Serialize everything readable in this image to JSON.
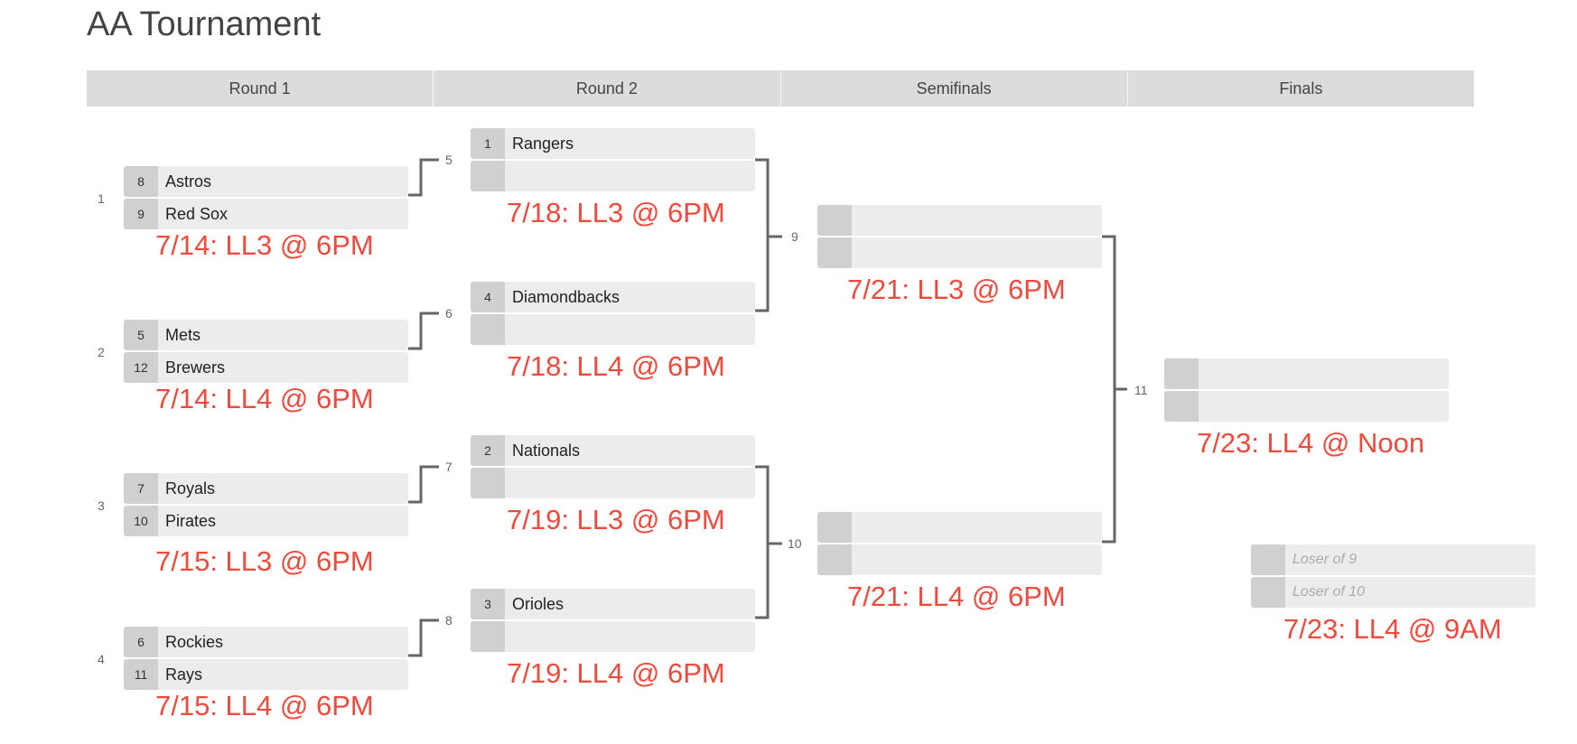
{
  "title": "AA Tournament",
  "rounds": [
    "Round 1",
    "Round 2",
    "Semifinals",
    "Finals"
  ],
  "round1": [
    {
      "num": "1",
      "team1": {
        "seed": "8",
        "name": "Astros"
      },
      "team2": {
        "seed": "9",
        "name": "Red Sox"
      },
      "schedule": "7/14: LL3 @ 6PM"
    },
    {
      "num": "2",
      "team1": {
        "seed": "5",
        "name": "Mets"
      },
      "team2": {
        "seed": "12",
        "name": "Brewers"
      },
      "schedule": "7/14: LL4 @ 6PM"
    },
    {
      "num": "3",
      "team1": {
        "seed": "7",
        "name": "Royals"
      },
      "team2": {
        "seed": "10",
        "name": "Pirates"
      },
      "schedule": "7/15: LL3 @ 6PM"
    },
    {
      "num": "4",
      "team1": {
        "seed": "6",
        "name": "Rockies"
      },
      "team2": {
        "seed": "11",
        "name": "Rays"
      },
      "schedule": "7/15: LL4 @ 6PM"
    }
  ],
  "round2": [
    {
      "num": "5",
      "team1": {
        "seed": "1",
        "name": "Rangers"
      },
      "team2": {
        "seed": "",
        "name": ""
      },
      "schedule": "7/18: LL3 @ 6PM"
    },
    {
      "num": "6",
      "team1": {
        "seed": "4",
        "name": "Diamondbacks"
      },
      "team2": {
        "seed": "",
        "name": ""
      },
      "schedule": "7/18: LL4 @ 6PM"
    },
    {
      "num": "7",
      "team1": {
        "seed": "2",
        "name": "Nationals"
      },
      "team2": {
        "seed": "",
        "name": ""
      },
      "schedule": "7/19: LL3 @ 6PM"
    },
    {
      "num": "8",
      "team1": {
        "seed": "3",
        "name": "Orioles"
      },
      "team2": {
        "seed": "",
        "name": ""
      },
      "schedule": "7/19: LL4 @ 6PM"
    }
  ],
  "semifinals": [
    {
      "num": "9",
      "team1": {
        "seed": "",
        "name": ""
      },
      "team2": {
        "seed": "",
        "name": ""
      },
      "schedule": "7/21: LL3 @ 6PM"
    },
    {
      "num": "10",
      "team1": {
        "seed": "",
        "name": ""
      },
      "team2": {
        "seed": "",
        "name": ""
      },
      "schedule": "7/21: LL4 @ 6PM"
    }
  ],
  "finals": {
    "num": "11",
    "team1": {
      "seed": "",
      "name": ""
    },
    "team2": {
      "seed": "",
      "name": ""
    },
    "schedule": "7/23: LL4 @ Noon"
  },
  "consolation": {
    "team1": {
      "seed": "",
      "name": "Loser of 9"
    },
    "team2": {
      "seed": "",
      "name": "Loser of 10"
    },
    "schedule": "7/23: LL4 @ 9AM"
  }
}
